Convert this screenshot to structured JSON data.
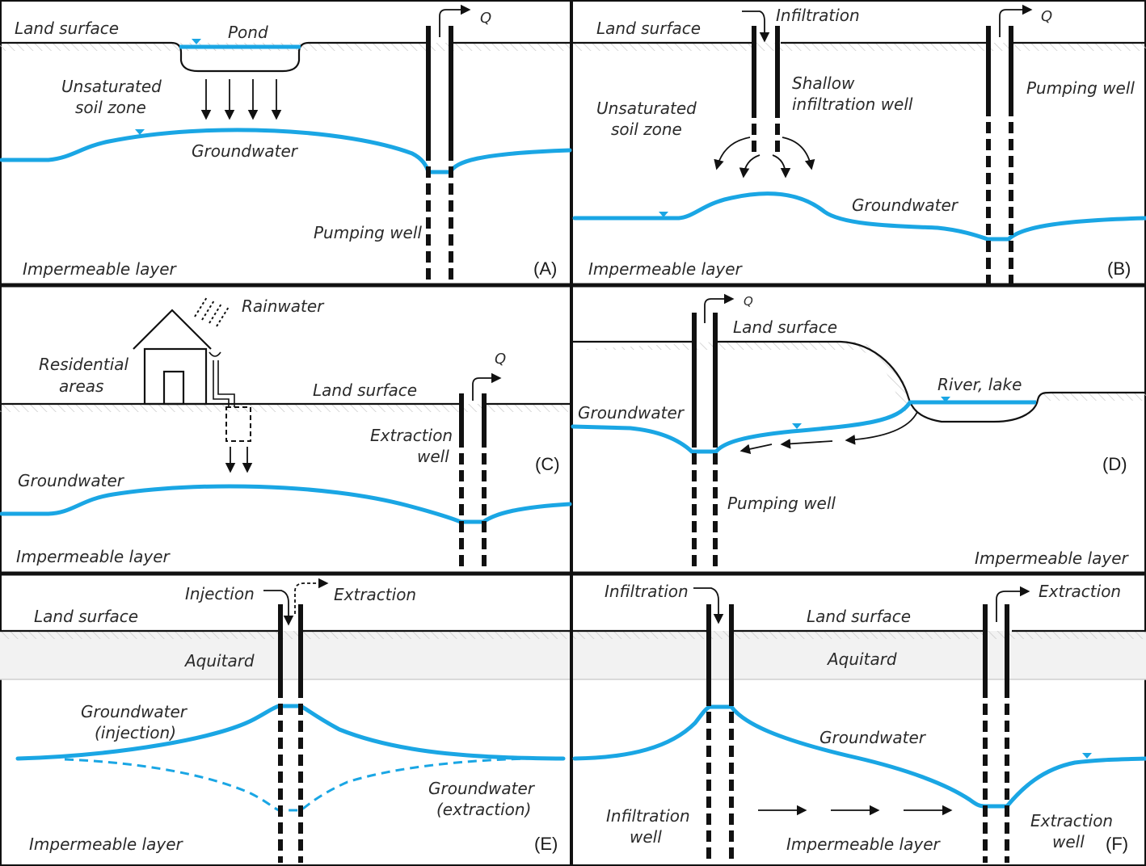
{
  "colors": {
    "groundwater": "#1aa6e4",
    "line": "#111111",
    "hatch": "#cfcfcf",
    "aquitard": "#f2f2f2"
  },
  "panels": {
    "a": {
      "tag": "(A)",
      "land": "Land surface",
      "pond": "Pond",
      "unsat1": "Unsaturated",
      "unsat2": "soil zone",
      "gw": "Groundwater",
      "well": "Pumping well",
      "imp": "Impermeable layer",
      "q": "Q"
    },
    "b": {
      "tag": "(B)",
      "land": "Land surface",
      "infil": "Infiltration",
      "shallow1": "Shallow",
      "shallow2": "infiltration well",
      "unsat1": "Unsaturated",
      "unsat2": "soil zone",
      "pump": "Pumping well",
      "gw": "Groundwater",
      "imp": "Impermeable layer",
      "q": "Q"
    },
    "c": {
      "tag": "(C)",
      "rain": "Rainwater",
      "res1": "Residential",
      "res2": "areas",
      "land": "Land surface",
      "ext1": "Extraction",
      "ext2": "well",
      "gw": "Groundwater",
      "imp": "Impermeable layer",
      "q": "Q"
    },
    "d": {
      "tag": "(D)",
      "land": "Land surface",
      "river": "River, lake",
      "gw": "Groundwater",
      "well": "Pumping well",
      "imp": "Impermeable layer",
      "q": "Q"
    },
    "e": {
      "tag": "(E)",
      "inj": "Injection",
      "ext": "Extraction",
      "land": "Land surface",
      "aquitard": "Aquitard",
      "gwi1": "Groundwater",
      "gwi2": "(injection)",
      "gwe1": "Groundwater",
      "gwe2": "(extraction)",
      "imp": "Impermeable layer"
    },
    "f": {
      "tag": "(F)",
      "infil": "Infiltration",
      "ext": "Extraction",
      "land": "Land surface",
      "aquitard": "Aquitard",
      "gw": "Groundwater",
      "iw1": "Infiltration",
      "iw2": "well",
      "imp": "Impermeable layer",
      "ew1": "Extraction",
      "ew2": "well"
    }
  }
}
